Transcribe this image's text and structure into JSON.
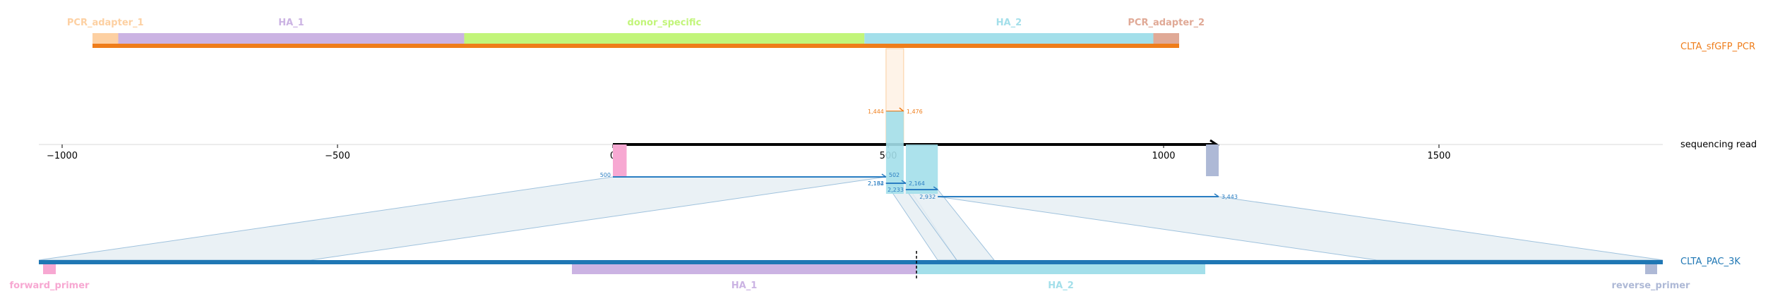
{
  "colors": {
    "pcr_adapter_1": "#fdd0a2",
    "ha_1": "#cbb3e3",
    "donor_specific": "#c2f57a",
    "ha_2": "#a3dfea",
    "pcr_adapter_2": "#e0a996",
    "clta_sfgfp_pcr": "#ef7d1a",
    "clta_pac_3k": "#1f77b4",
    "forward_primer": "#f7a8d2",
    "reverse_primer": "#aeb9d6",
    "read_axis": "#000000",
    "alignment_line": "#2a7ec2",
    "fan_fill": "#e7eff4",
    "fan_stroke": "#8fb8d8"
  },
  "top_target": {
    "name": "CLTA_sfGFP_PCR",
    "features": [
      {
        "label": "PCR_adapter_1",
        "start": -950,
        "end": -903,
        "color_key": "pcr_adapter_1"
      },
      {
        "label": "HA_1",
        "start": -903,
        "end": -272,
        "color_key": "ha_1"
      },
      {
        "label": "donor_specific",
        "start": -272,
        "end": 458,
        "color_key": "donor_specific"
      },
      {
        "label": "HA_2",
        "start": 458,
        "end": 985,
        "color_key": "ha_2"
      },
      {
        "label": "PCR_adapter_2",
        "start": 985,
        "end": 1032,
        "color_key": "pcr_adapter_2"
      }
    ],
    "extent": [
      -950,
      1032
    ],
    "alignment": {
      "read_start": 496,
      "read_end": 528,
      "target_start_label": "1,444",
      "target_end_label": "1,476"
    }
  },
  "read": {
    "name": "sequencing read",
    "length": 1100,
    "axis_ticks": [
      -1000,
      -500,
      0,
      500,
      1000,
      1500
    ],
    "tick_labels": [
      "−1000",
      "−500",
      "0",
      "500",
      "1000",
      "1500"
    ],
    "x_range": [
      -1050,
      1880
    ],
    "primer_marks": [
      {
        "start": 0,
        "end": 25,
        "color_key": "forward_primer"
      },
      {
        "start": 1077,
        "end": 1100,
        "color_key": "reverse_primer"
      }
    ],
    "ha2_marks": [
      {
        "start": 496,
        "end": 528
      },
      {
        "start": 532,
        "end": 590
      }
    ]
  },
  "bottom_target": {
    "name": "CLTA_PAC_3K",
    "features": [
      {
        "label": "forward_primer",
        "start": -1050,
        "end": -1025,
        "color_key": "forward_primer"
      },
      {
        "label": "HA_1",
        "start": -70,
        "end": 560,
        "color_key": "ha_1"
      },
      {
        "label": "HA_2",
        "start": 560,
        "end": 1085,
        "color_key": "ha_2"
      },
      {
        "label": "reverse_primer",
        "start": 1880,
        "end": 1905,
        "color_key": "reverse_primer"
      }
    ],
    "cut_site": 560,
    "alignments": [
      {
        "read_start": 0,
        "read_end": 496,
        "read_start_label": "500",
        "read_end_label": "2,132",
        "target_start": -1050,
        "target_end": -530,
        "end_label_2": "502"
      },
      {
        "read_start": 496,
        "read_end": 532,
        "read_start_label": "2,164",
        "read_end_label": "2,164",
        "target_start": 590,
        "target_end": 620
      },
      {
        "read_start": 532,
        "read_end": 590,
        "read_start_label": "2,233",
        "read_end_label": "",
        "target_start": 620,
        "target_end": 695
      },
      {
        "read_start": 590,
        "read_end": 1100,
        "read_start_label": "2,932",
        "read_end_label": "3,443",
        "target_start": 1450,
        "target_end": 1905
      }
    ]
  }
}
